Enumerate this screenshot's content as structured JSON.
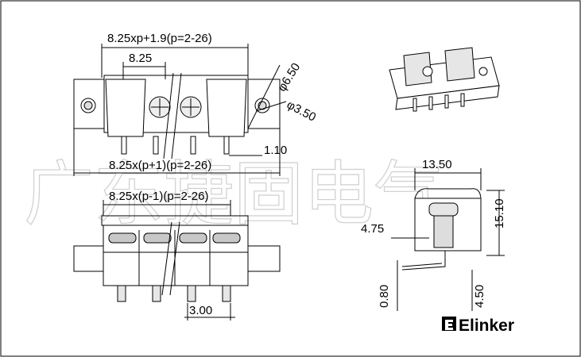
{
  "watermark": {
    "text": "广东捷固电气"
  },
  "labels": {
    "overall_width": "8.25xp+1.9(p=2-26)",
    "pitch": "8.25",
    "outer_diameter": "φ6.50",
    "hole_diameter": "φ3.50",
    "pin_offset": "1.10",
    "span_p_plus_1": "8.25x(p+1)(p=2-26)",
    "span_p_minus_1": "8.25x(p-1)(p=2-26)",
    "pin_width": "3.00",
    "side_width": "13.50",
    "side_offset": "4.75",
    "side_height": "15.10",
    "pin_thickness": "0.80",
    "pin_length": "4.50"
  },
  "brand": {
    "logo_icon": "elinker-logo-icon",
    "name": "Elinker"
  },
  "colors": {
    "line": "#000000",
    "watermark": "#cfcfcf",
    "insulator": "#c8c8c8",
    "metal": "#e6e6e6"
  }
}
